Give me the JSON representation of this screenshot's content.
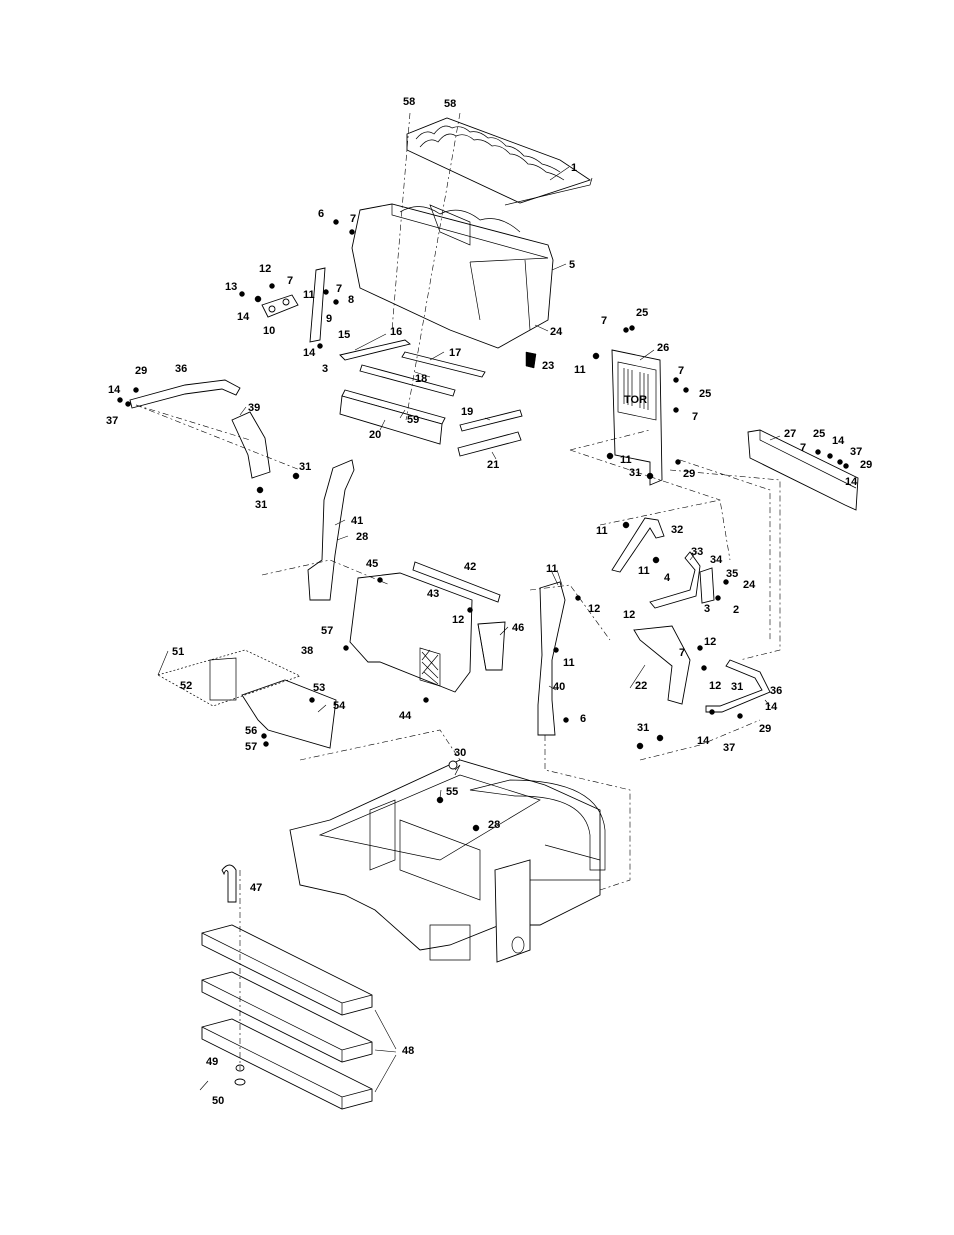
{
  "callouts": [
    "1",
    "2",
    "3",
    "4",
    "5",
    "6",
    "7",
    "8",
    "9",
    "10",
    "11",
    "12",
    "13",
    "14",
    "15",
    "16",
    "17",
    "18",
    "19",
    "20",
    "21",
    "22",
    "23",
    "24",
    "25",
    "26",
    "27",
    "28",
    "29",
    "30",
    "31",
    "32",
    "33",
    "34",
    "35",
    "36",
    "37",
    "38",
    "39",
    "40",
    "41",
    "42",
    "43",
    "44",
    "45",
    "46",
    "47",
    "48",
    "49",
    "50",
    "51",
    "52",
    "53",
    "54",
    "55",
    "56",
    "57",
    "58",
    "59"
  ],
  "decal_text": "TOR"
}
